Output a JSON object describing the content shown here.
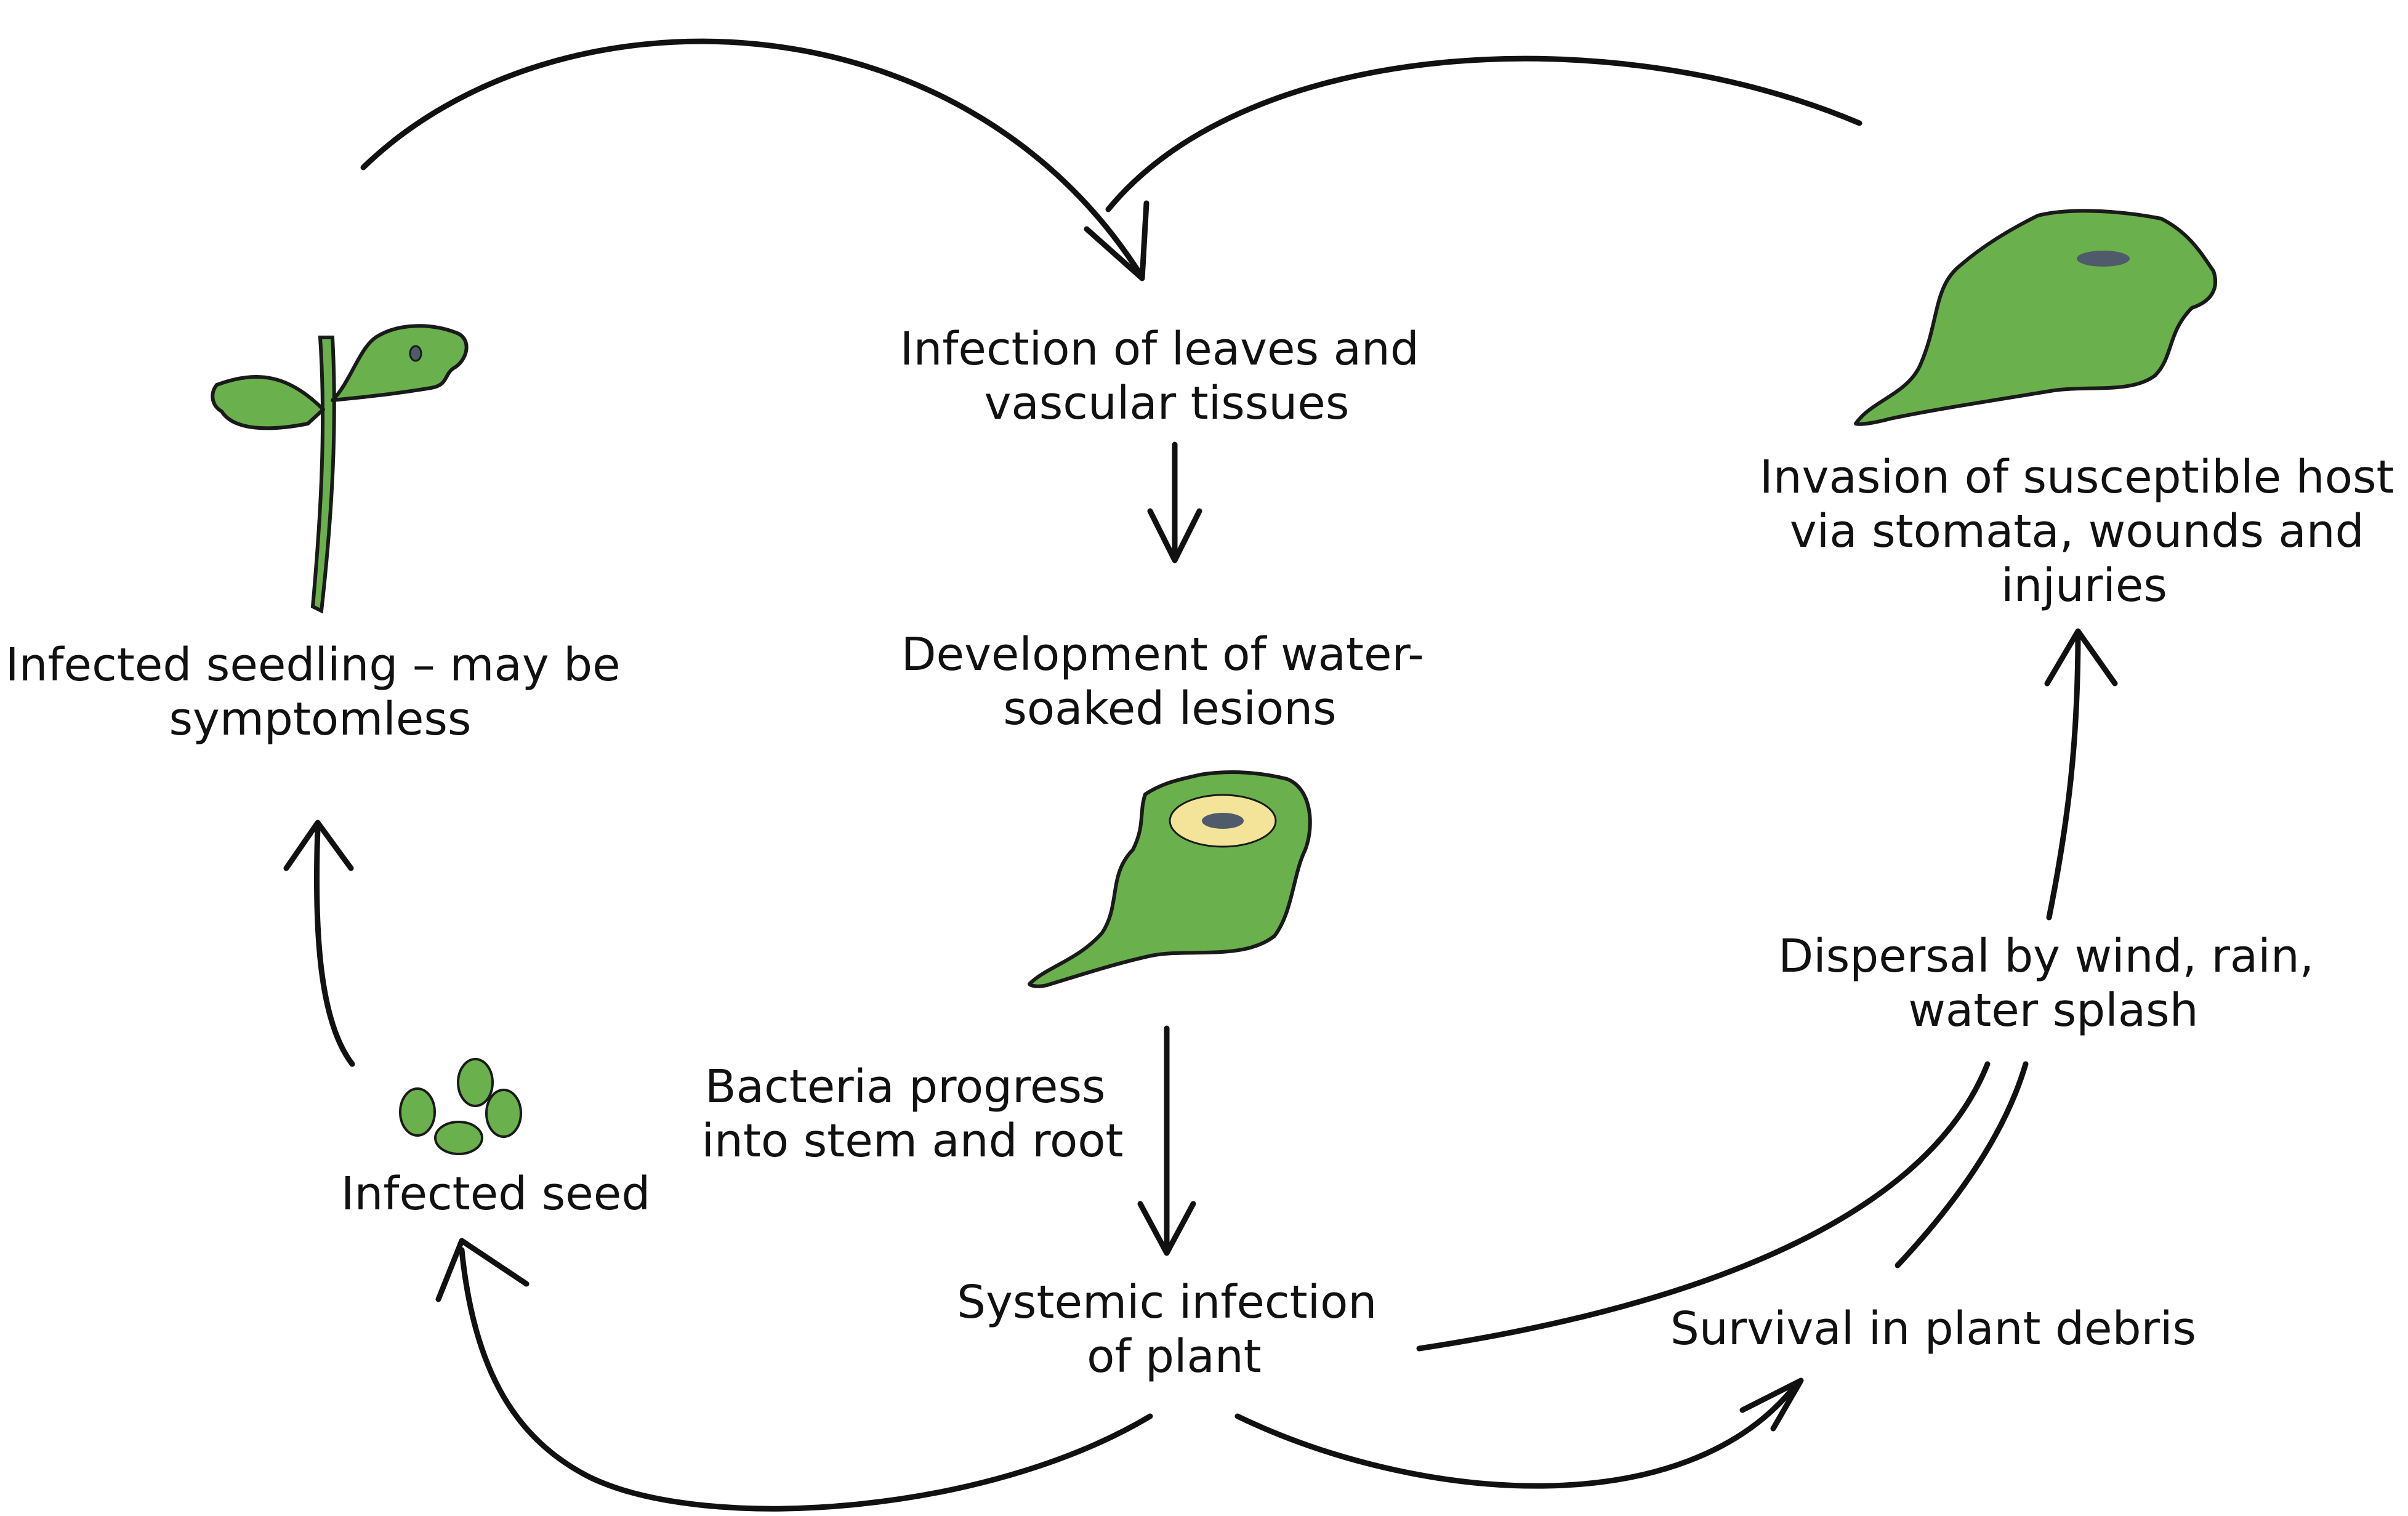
{
  "labels": {
    "infection_leaves": [
      "Infection of leaves and",
      "vascular tissues"
    ],
    "water_soaked": [
      "Development of water-",
      "soaked lesions"
    ],
    "bacteria_progress": [
      "Bacteria progress",
      "into stem and root"
    ],
    "systemic": [
      "Systemic infection",
      "of plant"
    ],
    "seedling": [
      "Infected seedling – may be",
      "symptomless"
    ],
    "seed": [
      "Infected seed"
    ],
    "invasion": [
      "Invasion of susceptible host",
      "via stomata, wounds and",
      "injuries"
    ],
    "dispersal": [
      "Dispersal by wind, rain,",
      "water splash"
    ],
    "survival": [
      "Survival in plant debris"
    ]
  },
  "colors": {
    "leaf_green": "#6ab04c",
    "halo_yellow": "#f4e49a",
    "lesion_grey": "#4f5a6b",
    "outline": "#1a1a1a"
  }
}
